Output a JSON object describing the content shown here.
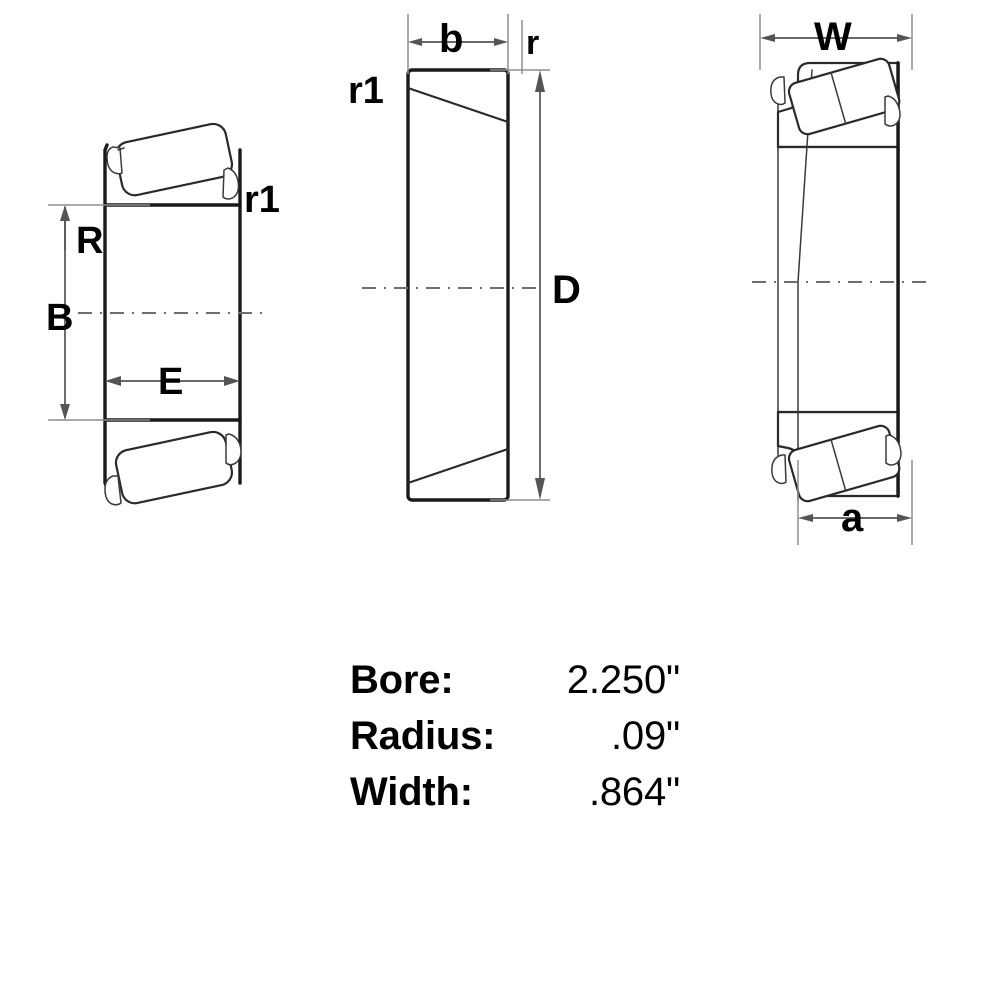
{
  "drawing": {
    "title": "Tapered Roller Bearing Dimension Drawing",
    "views": [
      {
        "id": "cone-side",
        "name": "cone-side-view",
        "labels": [
          {
            "key": "r1",
            "text": "r1"
          },
          {
            "key": "R",
            "text": "R"
          },
          {
            "key": "B",
            "text": "B"
          },
          {
            "key": "E",
            "text": "E"
          }
        ]
      },
      {
        "id": "cup-section",
        "name": "cup-cross-section-view",
        "labels": [
          {
            "key": "b",
            "text": "b"
          },
          {
            "key": "r",
            "text": "r"
          },
          {
            "key": "r1",
            "text": "r1"
          },
          {
            "key": "D",
            "text": "D"
          }
        ]
      },
      {
        "id": "assembly",
        "name": "assembly-side-view",
        "labels": [
          {
            "key": "W",
            "text": "W"
          },
          {
            "key": "a",
            "text": "a"
          }
        ]
      }
    ]
  },
  "specs": {
    "rows": [
      {
        "label": "Bore:",
        "value": "2.250\""
      },
      {
        "label": "Radius:",
        "value": ".09\""
      },
      {
        "label": "Width:",
        "value": ".864\""
      }
    ]
  },
  "colors": {
    "background": "#ffffff",
    "outline": "#1a1a1a",
    "dimension_line": "#555555",
    "extension_line": "#8d8d8d",
    "centerline": "#6e6e6e",
    "text": "#000000"
  }
}
